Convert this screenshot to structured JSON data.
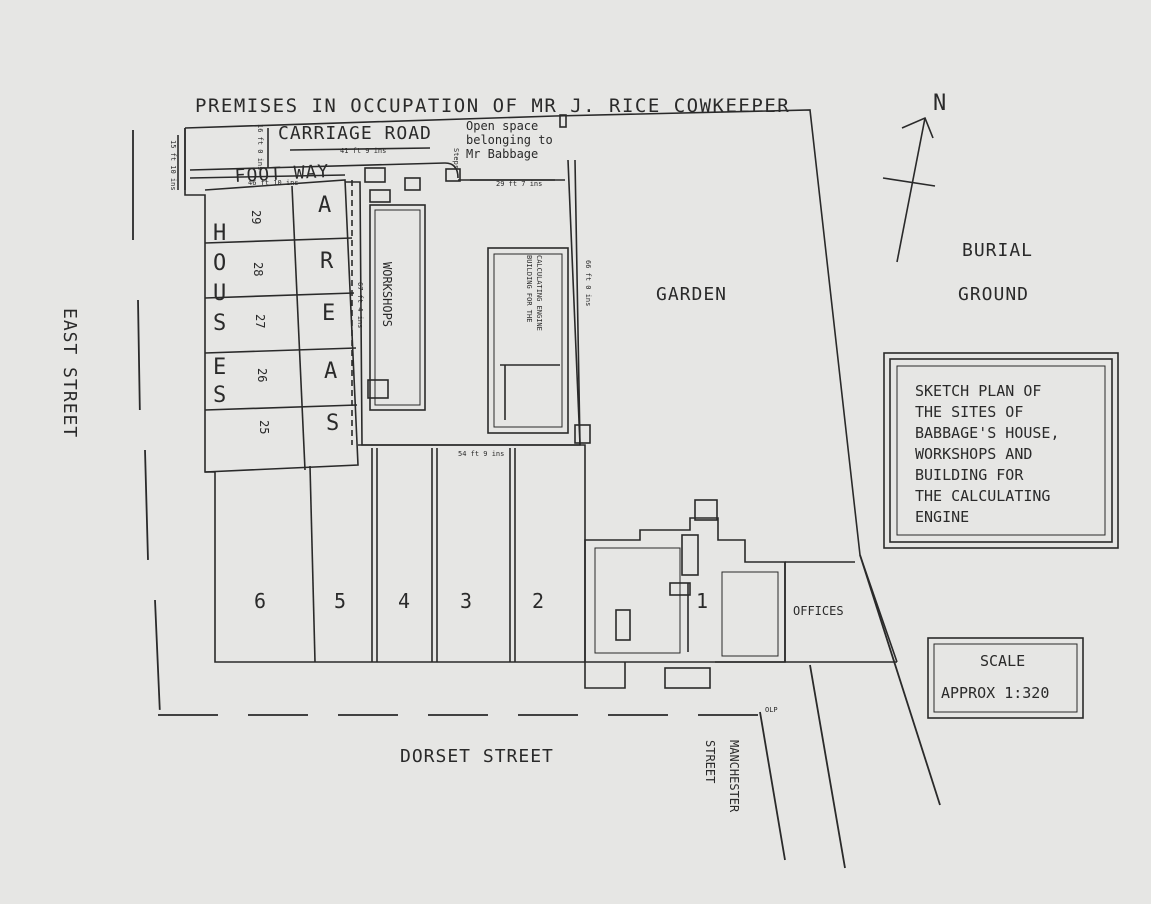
{
  "labels": {
    "premises": "PREMISES IN OCCUPATION OF MR J. RICE COWKEEPER",
    "carriage_road": "CARRIAGE ROAD",
    "foot_way": "FOOT WAY",
    "open_space": [
      "Open space",
      "belonging to",
      "Mr Babbage"
    ],
    "steps": "Steps",
    "workshops": "WORKSHOPS",
    "building_engine": [
      "BUILDING FOR THE",
      "CALCULATING ENGINE"
    ],
    "garden": "GARDEN",
    "burial_ground": [
      "BURIAL",
      "GROUND"
    ],
    "east_street": "EAST STREET",
    "dorset_street": "DORSET STREET",
    "manchester_street": [
      "MANCHESTER",
      "STREET"
    ],
    "offices": "OFFICES",
    "olp": "OLP",
    "houses_word": [
      "H",
      "O",
      "U",
      "S",
      "E",
      "S"
    ],
    "areas_word": [
      "A",
      "R",
      "E",
      "A",
      "S"
    ],
    "north": "N"
  },
  "house_numbers": [
    "29",
    "28",
    "27",
    "26",
    "25"
  ],
  "plot_numbers": [
    "6",
    "5",
    "4",
    "3",
    "2"
  ],
  "babbage_house_number": "1",
  "dimensions": {
    "carriage_width": "16 ft 0 ins",
    "carriage_length": "41 ft 9 ins",
    "footway_length": "46 ft 10 ins",
    "left_depth": "15 ft 10 ins",
    "open_space_width": "29 ft 7 ins",
    "engine_length": "66 ft 0 ins",
    "workshop_length": "67 ft 4 ins",
    "bottom_width": "54 ft 9 ins"
  },
  "title_box": [
    "SKETCH PLAN OF",
    "THE SITES OF",
    "BABBAGE'S HOUSE,",
    "WORKSHOPS AND",
    "BUILDING FOR",
    "THE CALCULATING",
    "ENGINE"
  ],
  "scale_box": {
    "title": "SCALE",
    "value": "APPROX 1:320"
  },
  "colors": {
    "ink": "#2a2a2a",
    "paper": "#e6e6e4"
  }
}
